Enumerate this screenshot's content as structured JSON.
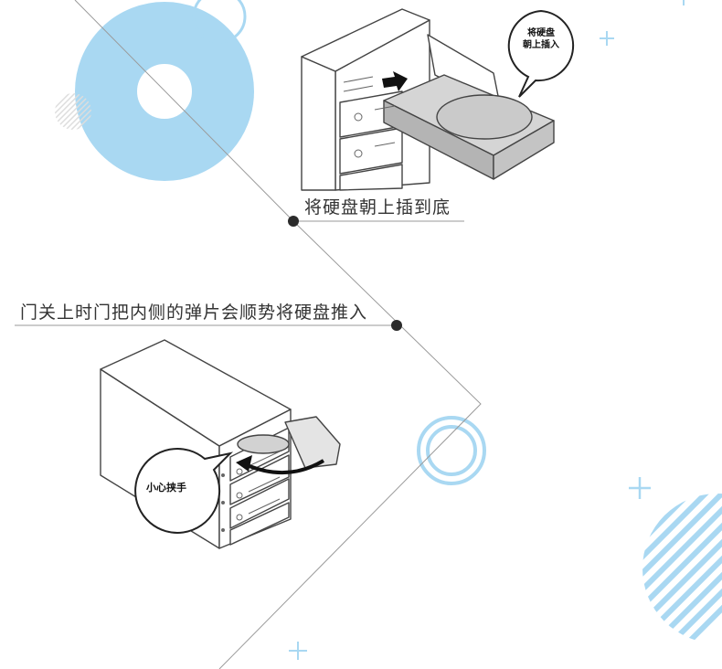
{
  "steps": [
    {
      "caption": "将硬盘朝上插到底",
      "bubble_line1": "将硬盘",
      "bubble_line2": "朝上插入"
    },
    {
      "caption": "门关上时门把内侧的弹片会顺势将硬盘推入",
      "bubble": "小心挟手"
    }
  ],
  "colors": {
    "accent_blue": "#a9d8f2",
    "line_gray": "#9a9a9a",
    "dot_dark": "#2b2b2b"
  },
  "icons": [
    "insert-arrow-icon",
    "caution-curve-arrow-icon",
    "plus-sign-icon",
    "ring-icon"
  ]
}
